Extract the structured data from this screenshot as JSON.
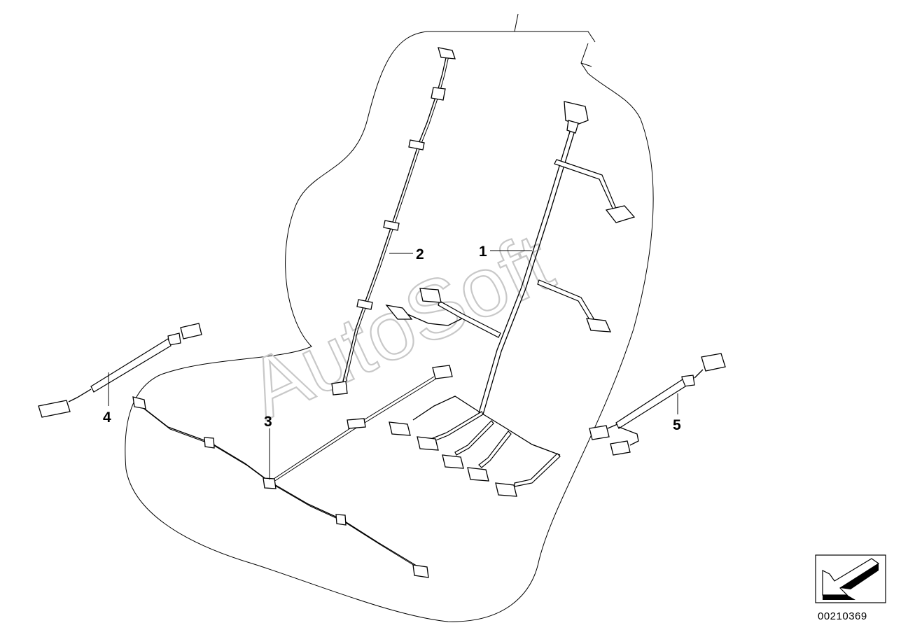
{
  "callouts": {
    "item_1": "1",
    "item_2": "2",
    "item_3": "3",
    "item_4": "4",
    "item_5": "5"
  },
  "watermark": "AutoSoft",
  "diagram_code": "00210369",
  "colors": {
    "line": "#000000",
    "watermark": "#c8c8c8",
    "background": "#ffffff"
  }
}
